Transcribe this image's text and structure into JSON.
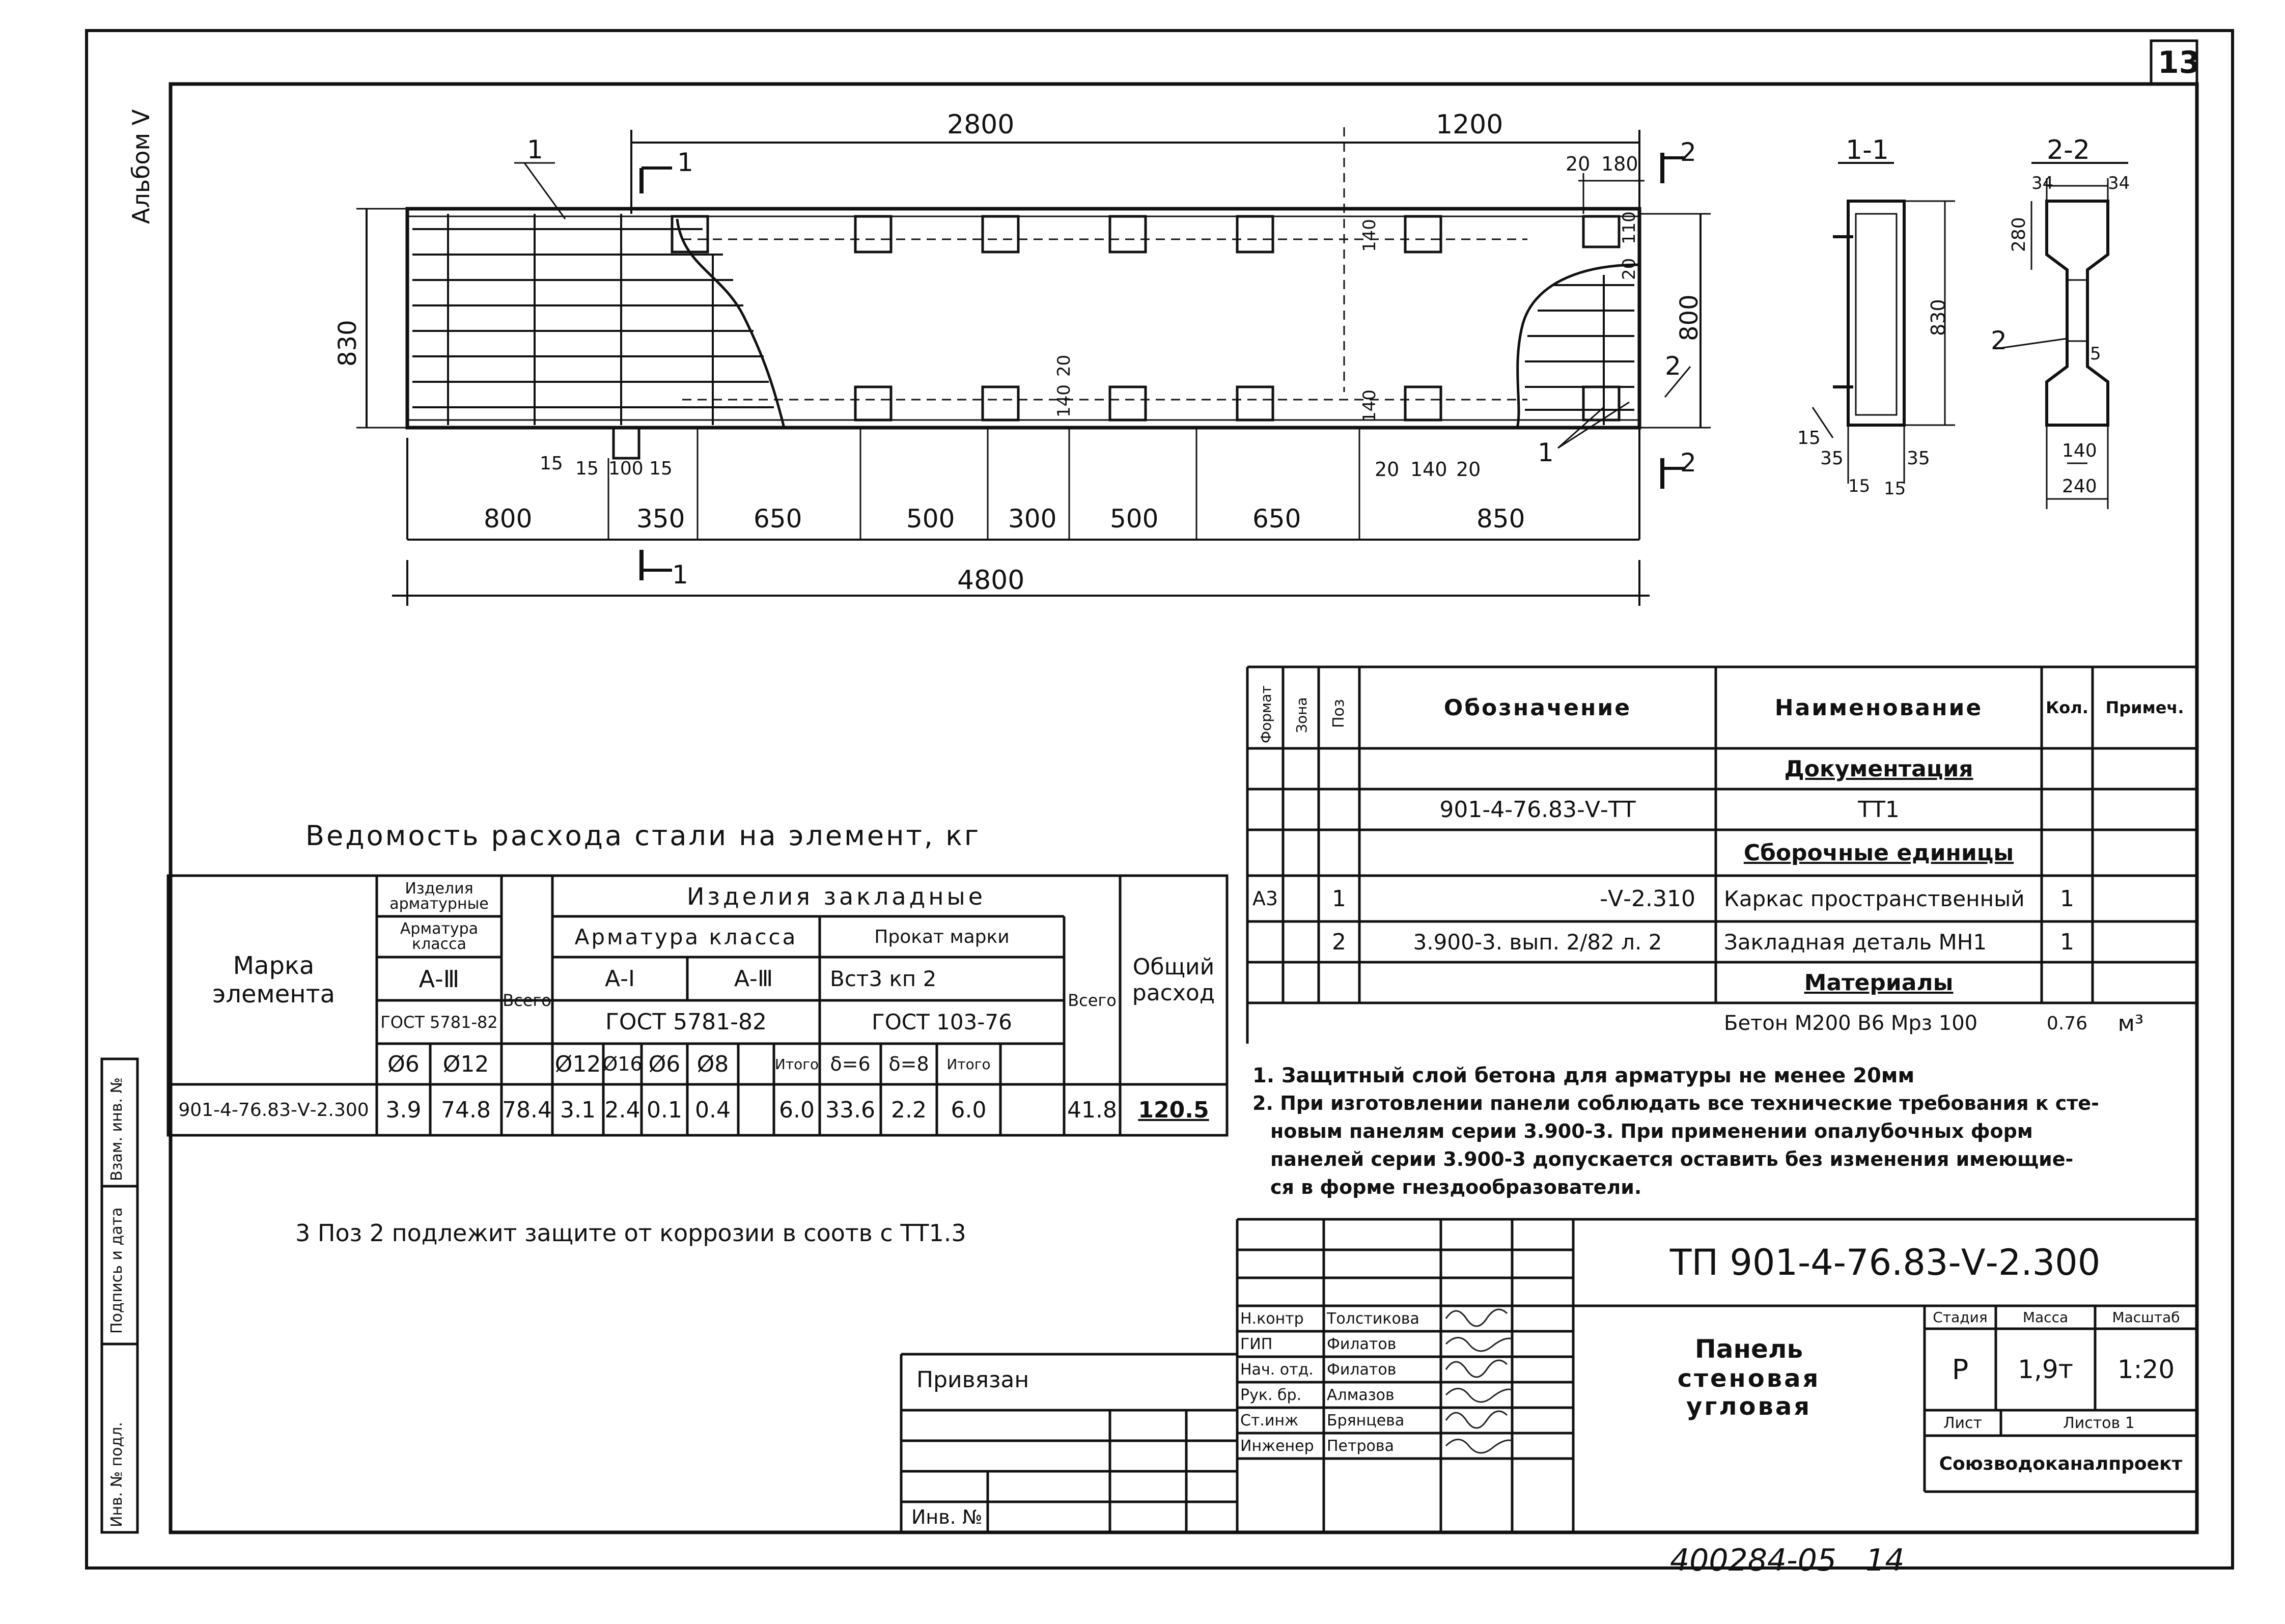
{
  "sheet_number": "13",
  "album_label": "Альбом Ⅴ",
  "side_stamp": [
    "Инв. № подл.",
    "Подпись и дата",
    "Взам. инв. №"
  ],
  "drawing_main": {
    "dims_top": [
      "2800",
      "1200"
    ],
    "dims_top_right": [
      "20",
      "180"
    ],
    "dims_bottom": [
      "800",
      "350",
      "650",
      "500",
      "300",
      "500",
      "650",
      "850"
    ],
    "overall": "4800",
    "height_left": "830",
    "height_right": "800",
    "small_dims": [
      "15",
      "15",
      "100",
      "15",
      "20",
      "140",
      "20"
    ],
    "vert_dims": [
      "140",
      "140",
      "140",
      "20",
      "140",
      "110",
      "20"
    ],
    "section_marks": [
      "1",
      "1",
      "2",
      "2"
    ],
    "callouts": [
      "1",
      "2",
      "1"
    ]
  },
  "section_11": {
    "title": "1-1",
    "dims": [
      "830",
      "15",
      "35",
      "35",
      "15",
      "15"
    ]
  },
  "section_22": {
    "title": "2-2",
    "dims": [
      "34",
      "34",
      "280",
      "5",
      "140",
      "240"
    ],
    "callout": "2"
  },
  "steel_table": {
    "title": "Ведомость расхода стали на элемент, кг",
    "mark_header": "Марка элемента",
    "group1": "Изделия арматурные",
    "group1_class": "Арматура класса",
    "class_a3": "А-Ⅲ",
    "gost1": "ГОСТ 5781-82",
    "total": "Всего",
    "group2": "Изделия закладные",
    "arm_class": "Арматура класса",
    "class_a1": "А-Ⅰ",
    "class_a3b": "А-Ⅲ",
    "gost2": "ГОСТ 5781-82",
    "prokat": "Прокат марки",
    "vst": "Вст3 кп 2",
    "gost3": "ГОСТ 103-76",
    "total2": "Всего",
    "overall": "Общий расход",
    "diams": [
      "Ø6",
      "Ø12",
      "Ø12",
      "Ø16",
      "Ø6",
      "Ø8",
      "Итого",
      "δ=6",
      "δ=8",
      "Итого"
    ],
    "row": [
      "901-4-76.83-Ⅴ-2.300",
      "3.9",
      "74.8",
      "78.4",
      "3.1",
      "2.4",
      "0.1",
      "0.4",
      "6.0",
      "33.6",
      "2.2",
      "6.0",
      "41.8",
      "120.5"
    ]
  },
  "note3": "3 Поз 2 подлежит защите от коррозии в соотв с ТТ1.3",
  "spec": {
    "headers": [
      "Формат",
      "Зона",
      "Поз",
      "Обозначение",
      "Наименование",
      "Кол.",
      "Примеч."
    ],
    "rows": [
      {
        "fmt": "",
        "pos": "",
        "des": "",
        "name": "Документация",
        "qty": "",
        "note": "",
        "head": true
      },
      {
        "fmt": "",
        "pos": "",
        "des": "901-4-76.83-Ⅴ-ТТ",
        "name": "ТТ1",
        "qty": "",
        "note": "",
        "head": false
      },
      {
        "fmt": "",
        "pos": "",
        "des": "",
        "name": "Сборочные единицы",
        "qty": "",
        "note": "",
        "head": true
      },
      {
        "fmt": "А3",
        "pos": "1",
        "des": "-Ⅴ-2.310",
        "name": "Каркас пространственный",
        "qty": "1",
        "note": "",
        "head": false
      },
      {
        "fmt": "",
        "pos": "2",
        "des": "3.900-3. вып. 2/82 л. 2",
        "name": "Закладная деталь МН1",
        "qty": "1",
        "note": "",
        "head": false
      },
      {
        "fmt": "",
        "pos": "",
        "des": "",
        "name": "Материалы",
        "qty": "",
        "note": "",
        "head": true
      },
      {
        "fmt": "",
        "pos": "",
        "des": "",
        "name": "Бетон М200 В6 Мрз 100",
        "qty": "0.76",
        "note": "м³",
        "head": false
      }
    ]
  },
  "notes": [
    "1. Защитный слой бетона для арматуры не менее 20мм",
    "2. При изготовлении панели соблюдать все технические требования к сте-",
    "новым панелям серии 3.900-3. При применении опалубочных форм",
    "панелей серии 3.900-3 допускается оставить без изменения имеющие-",
    "ся в форме гнездообразователи."
  ],
  "title_block": {
    "code": "ТП 901-4-76.83-Ⅴ-2.300",
    "title": [
      "Панель",
      "стеновая",
      "угловая"
    ],
    "stage_h": "Стадия",
    "mass_h": "Масса",
    "scale_h": "Масштаб",
    "stage": "Р",
    "mass": "1,9т",
    "scale": "1:20",
    "sheet": "Лист",
    "sheets": "Листов 1",
    "org": "Союзводоканалпроект",
    "roles": [
      "Н.контр",
      "ГИП",
      "Нач. отд.",
      "Рук. бр.",
      "Ст.инж",
      "Инженер"
    ],
    "names": [
      "Толстикова",
      "Филатов",
      "Филатов",
      "Алмазов",
      "Брянцева",
      "Петрова"
    ],
    "tied": "Привязан",
    "inv": "Инв. №"
  },
  "bottom_stamp": "400284-05   14"
}
